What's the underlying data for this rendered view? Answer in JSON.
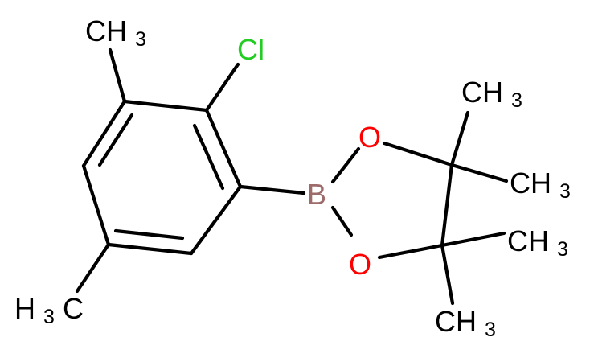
{
  "molecule": {
    "atoms": {
      "cl": {
        "label": "Cl",
        "color": "#22cc22"
      },
      "boron": {
        "label": "B",
        "color": "#9e6b6b"
      },
      "oxygen_top": {
        "label": "O",
        "color": "#ff0000"
      },
      "oxygen_bottom": {
        "label": "O",
        "color": "#ff0000"
      },
      "methyl_top": {
        "main": "CH",
        "sub": "3"
      },
      "methyl_bottom_left": {
        "main": "H",
        "sub": "3",
        "tail": "C"
      },
      "methyl_pinacol_1": {
        "main": "CH",
        "sub": "3"
      },
      "methyl_pinacol_2": {
        "main": "CH",
        "sub": "3"
      },
      "methyl_pinacol_3": {
        "main": "CH",
        "sub": "3"
      },
      "methyl_pinacol_4": {
        "main": "CH",
        "sub": "3"
      }
    },
    "bond_color": "#000000"
  }
}
